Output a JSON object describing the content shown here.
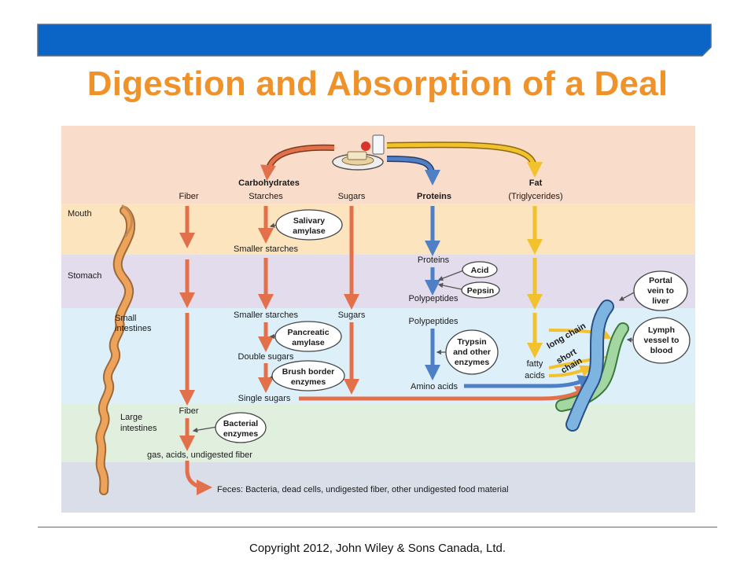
{
  "slide": {
    "title": "Digestion and Absorption of a Deal",
    "copyright": "Copyright 2012, John Wiley & Sons Canada, Ltd."
  },
  "colors": {
    "banner": "#0A65C6",
    "title": "#F0922A",
    "band_top": "#FADCCB",
    "band_mouth": "#FCE5BE",
    "band_stomach": "#E2DCEC",
    "band_small_intestine": "#DDF0FA",
    "band_large_intestine": "#E1EFDF",
    "band_feces": "#DADEE9",
    "carb_arrow": "#E2704A",
    "protein_arrow": "#4F7FC5",
    "fat_arrow": "#F2C12E",
    "portal_vein": "#7DB4E0",
    "lymph_vessel": "#A4D6A2"
  },
  "diagram": {
    "regions": {
      "mouth": "Mouth",
      "stomach": "Stomach",
      "small_1": "Small",
      "small_2": "intestines",
      "large_1": "Large",
      "large_2": "intestines"
    },
    "headers": {
      "carbohydrates": "Carbohydrates",
      "proteins": "Proteins",
      "fat": "Fat",
      "fiber": "Fiber",
      "starches": "Starches",
      "sugars": "Sugars",
      "triglycerides": "(Triglycerides)"
    },
    "labels": {
      "smaller_starches_1": "Smaller starches",
      "smaller_starches_2": "Smaller starches",
      "sugars_2": "Sugars",
      "double_sugars": "Double sugars",
      "single_sugars": "Single sugars",
      "proteins_2": "Proteins",
      "polypeptides_1": "Polypeptides",
      "polypeptides_2": "Polypeptides",
      "amino_acids": "Amino acids",
      "fatty": "fatty",
      "acids": "acids",
      "long_chain": "long chain",
      "short": "short",
      "chain": "chain",
      "fiber_2": "Fiber",
      "gas_acids": "gas, acids, undigested fiber",
      "feces": "Feces: Bacteria, dead cells, undigested fiber, other undigested food material"
    },
    "bubbles": {
      "salivary_1": "Salivary",
      "salivary_2": "amylase",
      "acid": "Acid",
      "pepsin": "Pepsin",
      "pancreatic_1": "Pancreatic",
      "pancreatic_2": "amylase",
      "brush_1": "Brush border",
      "brush_2": "enzymes",
      "trypsin_1": "Trypsin",
      "trypsin_2": "and other",
      "trypsin_3": "enzymes",
      "bacterial_1": "Bacterial",
      "bacterial_2": "enzymes",
      "portal_1": "Portal",
      "portal_2": "vein to",
      "portal_3": "liver",
      "lymph_1": "Lymph",
      "lymph_2": "vessel to",
      "lymph_3": "blood"
    }
  }
}
